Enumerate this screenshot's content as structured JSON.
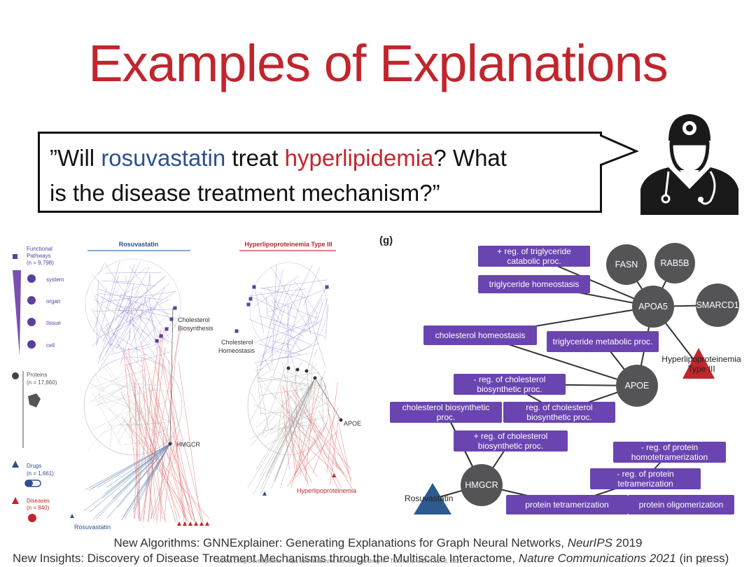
{
  "slide": {
    "title": "Examples of Explanations",
    "question": {
      "p1": "”Will ",
      "drug": "rosuvastatin",
      "p2": " treat ",
      "disease": "hyperlipidemia",
      "p3": "? What",
      "line2": "is the disease treatment mechanism?”"
    }
  },
  "left_figure": {
    "col_drug_label": "Rosuvastatin",
    "col_disease_label": "Hyperlipoproteinemia Type III",
    "legend": {
      "pathways_title": "Functional",
      "pathways_title2": "Pathways",
      "pathways_n": "(n = 9,798)",
      "levels": [
        "system",
        "organ",
        "tissue",
        "cell"
      ],
      "proteins_title": "Proteins",
      "proteins_n": "(n = 17,660)",
      "drugs_title": "Drugs",
      "drugs_n": "(n = 1,661)",
      "diseases_title": "Diseases",
      "diseases_n": "(n = 840)"
    },
    "labels": {
      "chol_bio": "Cholesterol",
      "chol_bio2": "Biosynthesis",
      "chol_homeo": "Cholesterol",
      "chol_homeo2": "Homeostasis",
      "hmgcr": "HMGCR",
      "apoe": "APOE",
      "rosuvastatin": "Rosuvastatin",
      "hyperlipo": "Hyperlipoproteinemia"
    },
    "colors": {
      "pathway": "#5a3fa0",
      "drug": "#2d4f8f",
      "disease": "#c0262d",
      "protein": "#555"
    }
  },
  "right_figure": {
    "panel_label": "(g)",
    "box_nodes": [
      {
        "id": "b1",
        "text": "+ reg. of triglyceride catabolic proc."
      },
      {
        "id": "b2",
        "text": "triglyceride homeostasis"
      },
      {
        "id": "b3",
        "text": "cholesterol homeostasis"
      },
      {
        "id": "b4",
        "text": "triglyceride metabolic proc."
      },
      {
        "id": "b5",
        "text": "- reg. of cholesterol biosynthetic proc."
      },
      {
        "id": "b6",
        "text": "cholesterol biosynthetic proc."
      },
      {
        "id": "b7",
        "text": "reg. of cholesterol biosynthetic proc."
      },
      {
        "id": "b8",
        "text": "+ reg. of cholesterol biosynthetic proc."
      },
      {
        "id": "b9",
        "text": "- reg. of protein homotetramerization"
      },
      {
        "id": "b10",
        "text": "- reg. of protein tetramerization"
      },
      {
        "id": "b11",
        "text": "protein tetramerization"
      },
      {
        "id": "b12",
        "text": "protein oligomerization"
      }
    ],
    "circle_nodes": [
      {
        "id": "c1",
        "text": "FASN"
      },
      {
        "id": "c2",
        "text": "RAB5B"
      },
      {
        "id": "c3",
        "text": "APOA5"
      },
      {
        "id": "c4",
        "text": "SMARCD1"
      },
      {
        "id": "c5",
        "text": "APOE"
      },
      {
        "id": "c6",
        "text": "HMGCR"
      }
    ],
    "disease_node": "Hyperlipoproteinemia Type III",
    "drug_node": "Rosuvastatin",
    "colors": {
      "box": "#6a44b0",
      "circle": "#545456",
      "disease": "#c0262d",
      "drug": "#2d5a8f"
    }
  },
  "footer": {
    "line1_label": "New Algorithms:",
    "line1_text": " GNNExplainer: Generating Explanations for Graph Neural Networks, ",
    "line1_venue": "NeurIPS",
    "line1_year": " 2019",
    "line2_label": "New Insights:",
    "line2_text": " Discovery of Disease Treatment Mechanisms through the Multiscale Interactome, ",
    "line2_venue": "Nature Communications 2021",
    "line2_tail": " (in press)",
    "tiny_note": "ML for Drug Development - https://zitniklab.hms.harvard.edu/drugml - Tutorial at IJCAI, Jan 8, 2021",
    "page_number": "23"
  }
}
